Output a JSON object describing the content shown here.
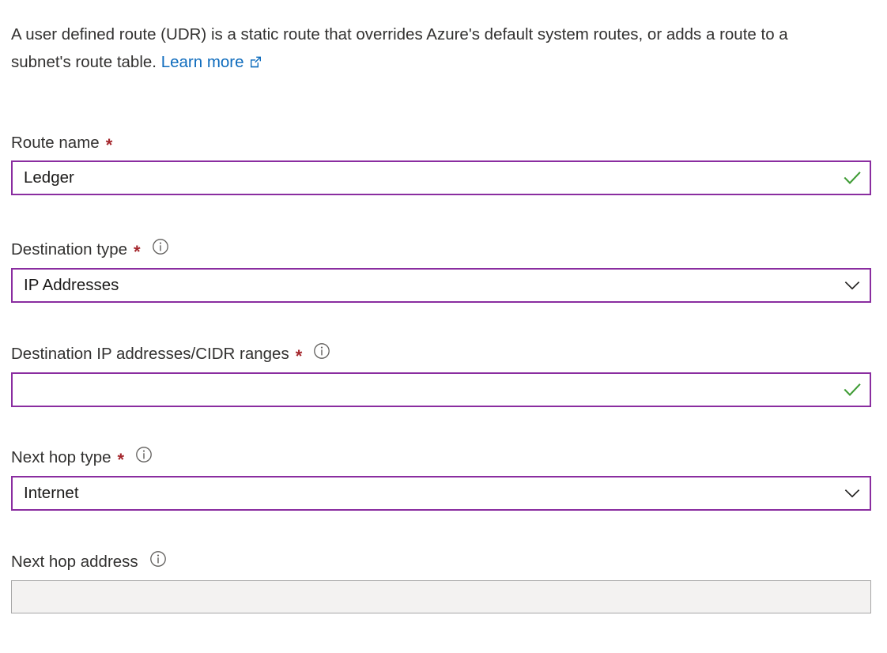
{
  "blade": {
    "description": {
      "text_before_link": "A user defined route (UDR) is a static route that overrides Azure's default system routes, or adds a route to a subnet's route table.",
      "link_label": "Learn more",
      "link_icon": "external-link-icon"
    }
  },
  "fields": {
    "route_name": {
      "label": "Route name",
      "required_marker": "*",
      "value": "Ledger",
      "placeholder": "",
      "validation_icon": "checkmark-icon",
      "has_info_icon": false,
      "disabled": false
    },
    "destination_type": {
      "label": "Destination type",
      "required_marker": "*",
      "value": "IP Addresses",
      "info_icon": "info-icon",
      "dropdown_icon": "chevron-down-icon",
      "has_info_icon": true,
      "disabled": false,
      "options": [
        "IP Addresses"
      ]
    },
    "destination_cidr": {
      "label": "Destination IP addresses/CIDR ranges",
      "required_marker": "*",
      "value": "",
      "placeholder": "",
      "info_icon": "info-icon",
      "validation_icon": "checkmark-icon",
      "has_info_icon": true,
      "disabled": false
    },
    "next_hop_type": {
      "label": "Next hop type",
      "required_marker": "*",
      "value": "Internet",
      "info_icon": "info-icon",
      "dropdown_icon": "chevron-down-icon",
      "has_info_icon": true,
      "disabled": false,
      "options": [
        "Internet"
      ]
    },
    "next_hop_address": {
      "label": "Next hop address",
      "required_marker": "",
      "value": "",
      "placeholder": "",
      "info_icon": "info-icon",
      "has_info_icon": true,
      "disabled": true
    }
  },
  "colors": {
    "accent_border": "#8a2da0",
    "required_asterisk": "#a4262c",
    "link": "#0f6cbd",
    "validation_success": "#3f9c35",
    "text": "#323130",
    "disabled_bg": "#f3f2f1",
    "disabled_border": "#a6a6a6",
    "info_icon": "#605e5c"
  }
}
